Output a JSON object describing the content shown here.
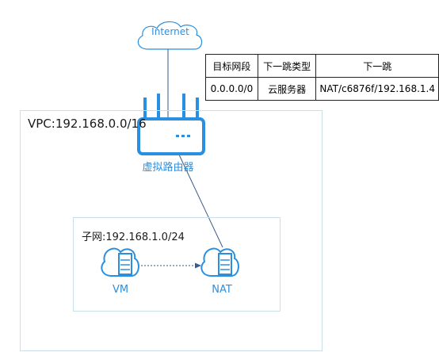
{
  "internet": {
    "label": "Internet"
  },
  "route_table": {
    "headers": [
      "目标网段",
      "下一跳类型",
      "下一跳"
    ],
    "rows": [
      [
        "0.0.0.0/0",
        "云服务器",
        "NAT/c6876f/192.168.1.4"
      ]
    ]
  },
  "vpc": {
    "label": "VPC:192.168.0.0/16"
  },
  "router": {
    "label": "虚拟路由器"
  },
  "subnet": {
    "label": "子网:192.168.1.0/24"
  },
  "vm": {
    "label": "VM"
  },
  "nat": {
    "label": "NAT"
  },
  "colors": {
    "accent": "#2a8fe0",
    "border": "#c9dfe9",
    "line": "#3b5a8a"
  }
}
